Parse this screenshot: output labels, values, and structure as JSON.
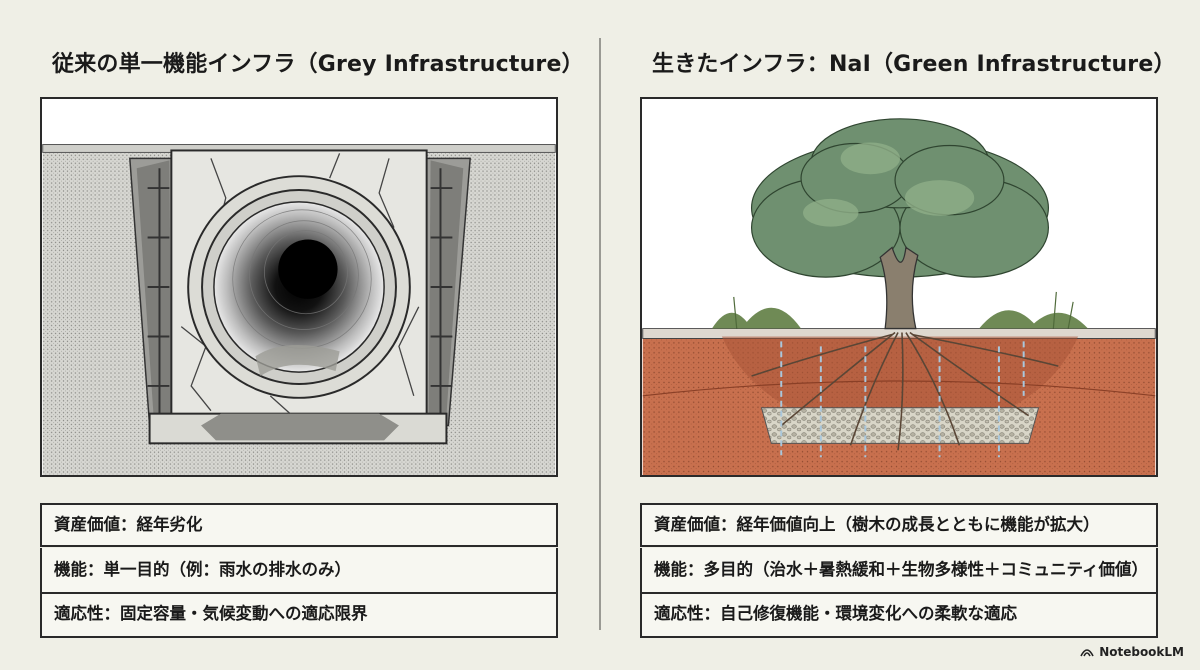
{
  "left": {
    "title": "従来の単一機能インフラ（Grey Infrastructure）",
    "rows": [
      "資産価値：経年劣化",
      "機能：単一目的（例：雨水の排水のみ）",
      "適応性：固定容量・気候変動への適応限界"
    ]
  },
  "right": {
    "title": "生きたインフラ：NaI（Green Infrastructure）",
    "rows": [
      "資産価値：経年価値向上（樹木の成長とともに機能が拡大）",
      "機能：多目的（治水＋暑熱緩和＋生物多様性＋コミュニティ価値）",
      "適応性：自己修復機能・環境変化への柔軟な適応"
    ]
  },
  "watermark": "NotebookLM"
}
